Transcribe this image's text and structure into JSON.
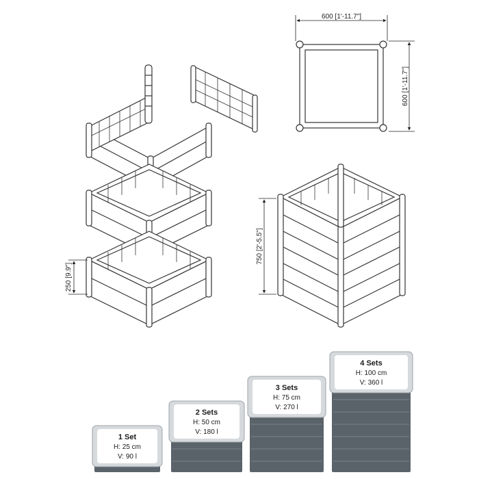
{
  "dimensions": {
    "top_width": "600 [1'-11.7\"]",
    "top_depth": "600 [1'-11.7\"]",
    "full_height": "750 [2'-5.5\"]",
    "set_height": "250 [9.9\"]"
  },
  "sets": [
    {
      "title": "1 Set",
      "height": "H: 25 cm",
      "volume": "V: 90 l",
      "tiers": 1
    },
    {
      "title": "2 Sets",
      "height": "H: 50 cm",
      "volume": "V: 180 l",
      "tiers": 2
    },
    {
      "title": "3 Sets",
      "height": "H: 75 cm",
      "volume": "V: 270 l",
      "tiers": 3
    },
    {
      "title": "4 Sets",
      "height": "H: 100 cm",
      "volume": "V: 360 l",
      "tiers": 4
    }
  ],
  "colors": {
    "line": "#333333",
    "panel": "#ffffff",
    "box_body": "#5b636a",
    "box_rim": "#d7dadd",
    "label_bg": "#ffffff"
  }
}
